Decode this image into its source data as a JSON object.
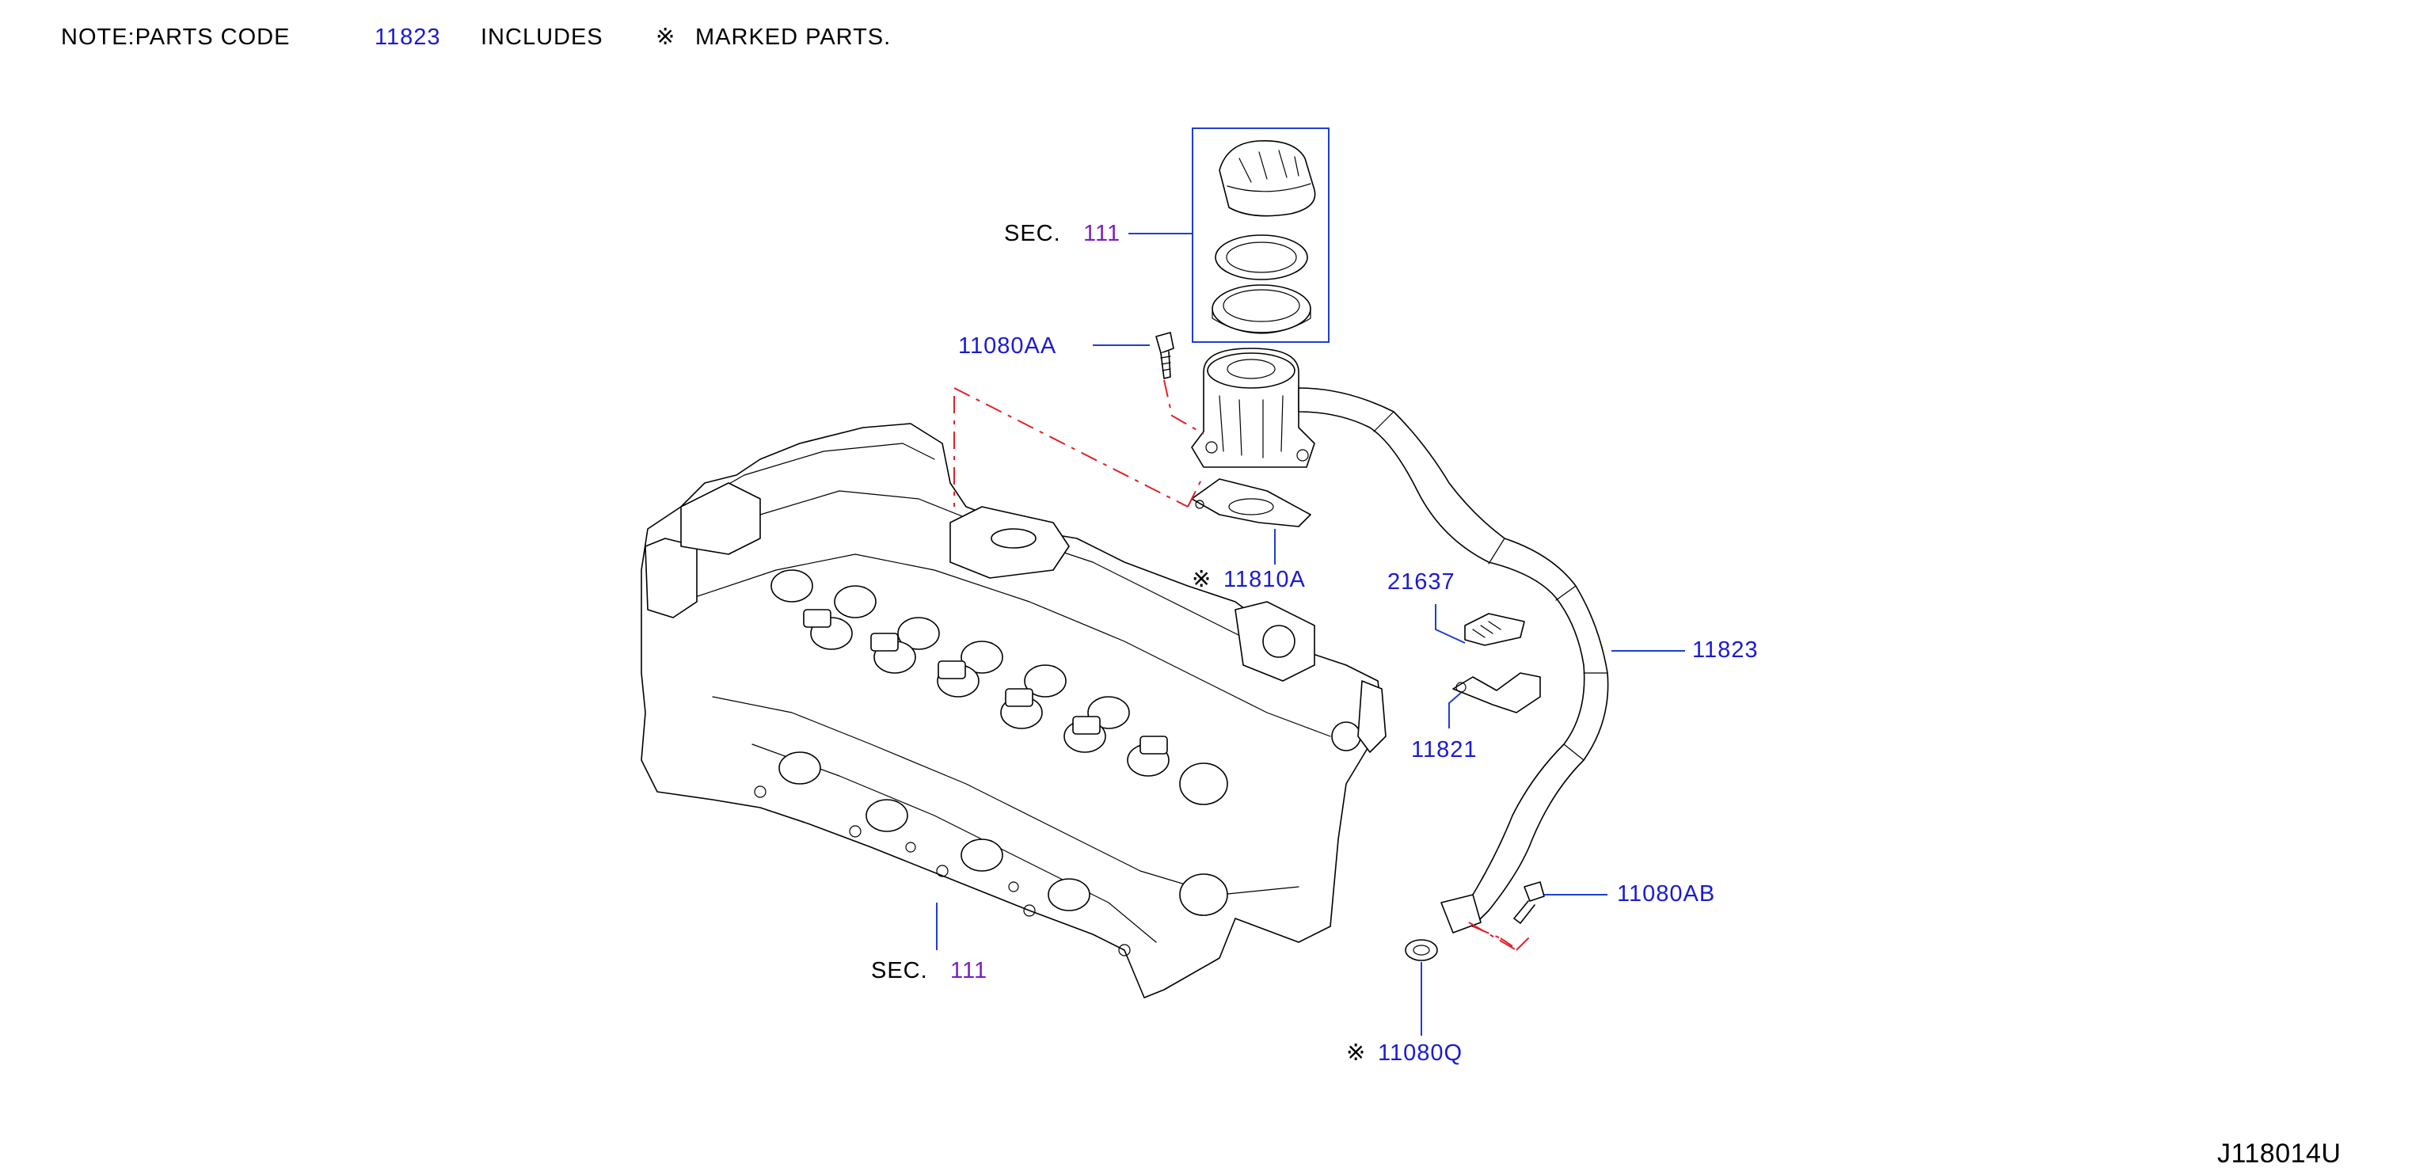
{
  "note": {
    "prefix": "NOTE:PARTS   CODE",
    "code": "11823",
    "includes": "INCLUDES",
    "mark": "※",
    "suffix": "MARKED   PARTS."
  },
  "labels": {
    "sec_top_prefix": "SEC.",
    "sec_top_num": "111",
    "sec_bottom_prefix": "SEC.",
    "sec_bottom_num": "111",
    "p11080AA": "11080AA",
    "p11810A": "11810A",
    "p11810A_mark": "※",
    "p21637": "21637",
    "p11823": "11823",
    "p11821": "11821",
    "p11080AB": "11080AB",
    "p11080Q": "11080Q",
    "p11080Q_mark": "※"
  },
  "figure_id": "J118014U",
  "colors": {
    "part_number": "#1a1ad6",
    "section_ref": "#7a1fc4",
    "leader_line": "#1f3fd0",
    "phantom_line": "#e0202a",
    "drawing": "#000000"
  }
}
